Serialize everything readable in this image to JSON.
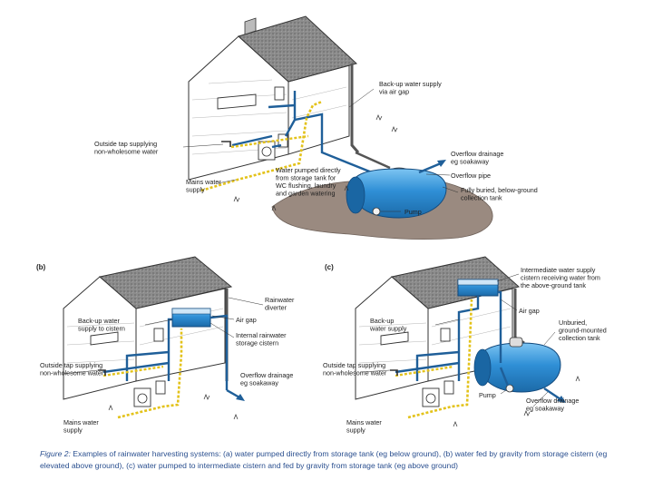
{
  "panel_a": {
    "labels": {
      "backup": [
        "Back-up water supply",
        "via air gap"
      ],
      "outside_tap": [
        "Outside tap supplying",
        "non-wholesome water"
      ],
      "overflow_drain": [
        "Overflow drainage",
        "eg soakaway"
      ],
      "overflow_pipe": [
        "Overflow pipe"
      ],
      "pumped": [
        "Water pumped directly",
        "from storage tank for",
        "WC flushing, laundry",
        "and garden watering"
      ],
      "mains": [
        "Mains water",
        "supply"
      ],
      "buried_tank": [
        "Fully buried, below-ground",
        "collection tank"
      ],
      "pump": [
        "Pump"
      ]
    }
  },
  "panel_b": {
    "tag": "(b)",
    "labels": {
      "diverter": [
        "Rainwater",
        "diverter"
      ],
      "backup": [
        "Back-up water",
        "supply to cistern"
      ],
      "air_gap": [
        "Air gap"
      ],
      "internal_cistern": [
        "Internal rainwater",
        "storage cistern"
      ],
      "outside_tap": [
        "Outside tap supplying",
        "non-wholesome water"
      ],
      "overflow_drain": [
        "Overflow drainage",
        "eg soakaway"
      ],
      "mains": [
        "Mains water",
        "supply"
      ]
    }
  },
  "panel_c": {
    "tag": "(c)",
    "labels": {
      "intermediate": [
        "Intermediate water supply",
        "cistern receiving water from",
        "the above-ground tank"
      ],
      "air_gap": [
        "Air gap"
      ],
      "backup": [
        "Back-up",
        "water supply"
      ],
      "unburied_tank": [
        "Unburied,",
        "ground-mounted",
        "collection tank"
      ],
      "outside_tap": [
        "Outside tap supplying",
        "non-wholesome water"
      ],
      "pump": [
        "Pump"
      ],
      "overflow_drain": [
        "Overflow drainage",
        "eg soakaway"
      ],
      "mains": [
        "Mains water",
        "supply"
      ]
    }
  },
  "caption": {
    "figure_label": "Figure 2:",
    "text": " Examples of rainwater harvesting systems: (a) water pumped directly from storage tank (eg below ground), (b) water fed by gravity from storage cistern (eg elevated above ground), (c) water pumped to intermediate cistern and fed by gravity from storage tank (eg above ground)"
  },
  "colors": {
    "pipe_blue": "#1f5f99",
    "tank_blue": "#2f8fd6",
    "mains_yellow": "#e3c21a",
    "ground_brown": "#9a8a80",
    "roof_grey": "#888888",
    "caption_blue": "#2a4f8f"
  }
}
